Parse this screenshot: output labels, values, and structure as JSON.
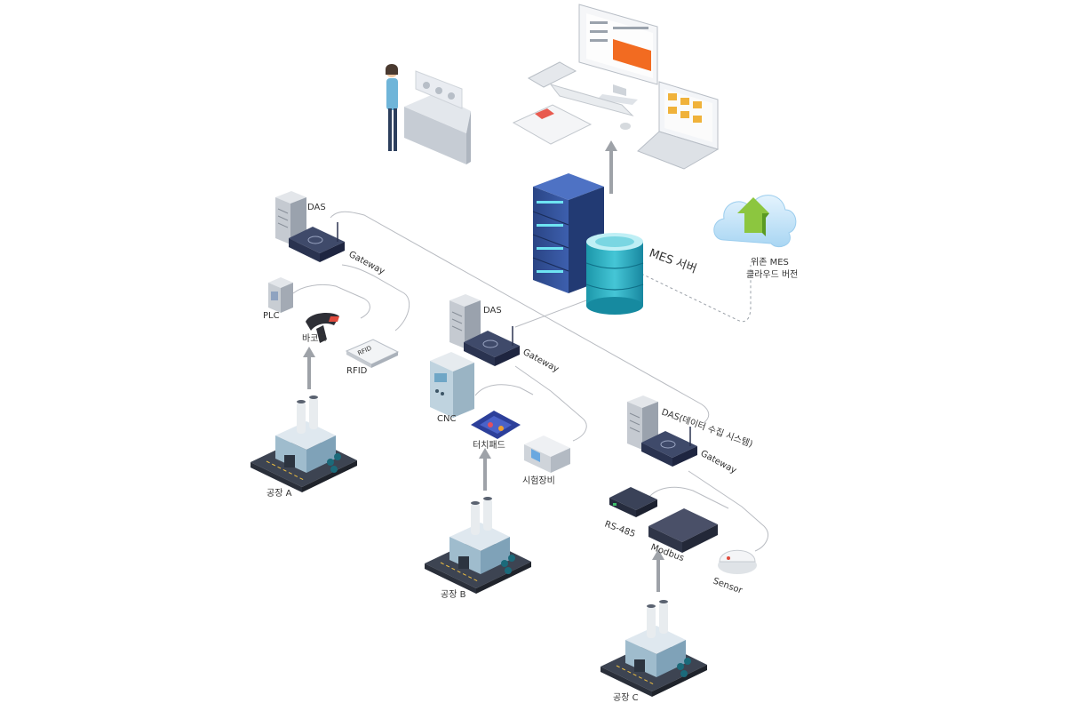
{
  "labels": {
    "das_a": "DAS",
    "gateway_a": "Gateway",
    "plc": "PLC",
    "barcode": "바코드",
    "rfid": "RFID",
    "rfid_tag": "RFID",
    "factory_a": "공장 A",
    "das_b": "DAS",
    "gateway_b": "Gateway",
    "cnc": "CNC",
    "touchpad": "터치패드",
    "test_equipment": "시험장비",
    "factory_b": "공장 B",
    "das_c": "DAS(데이터 수집 시스템)",
    "gateway_c": "Gateway",
    "rs485": "RS-485",
    "modbus": "Modbus",
    "sensor": "Sensor",
    "factory_c": "공장 C",
    "mes_server": "MES 서버",
    "cloud_line1": "위존 MES",
    "cloud_line2": "클라우드 버전"
  },
  "icons": {
    "server": "server-rack-icon",
    "database": "database-icon",
    "cloud": "cloud-upload-icon",
    "factory": "factory-icon"
  },
  "colors": {
    "server_blue": "#2d4a8e",
    "db_teal": "#1fa3b5",
    "cloud_blue": "#bfe0f5",
    "arrow_green": "#8cc63f",
    "screen_orange": "#f26b21",
    "factory_gray": "#3d4a5c"
  }
}
